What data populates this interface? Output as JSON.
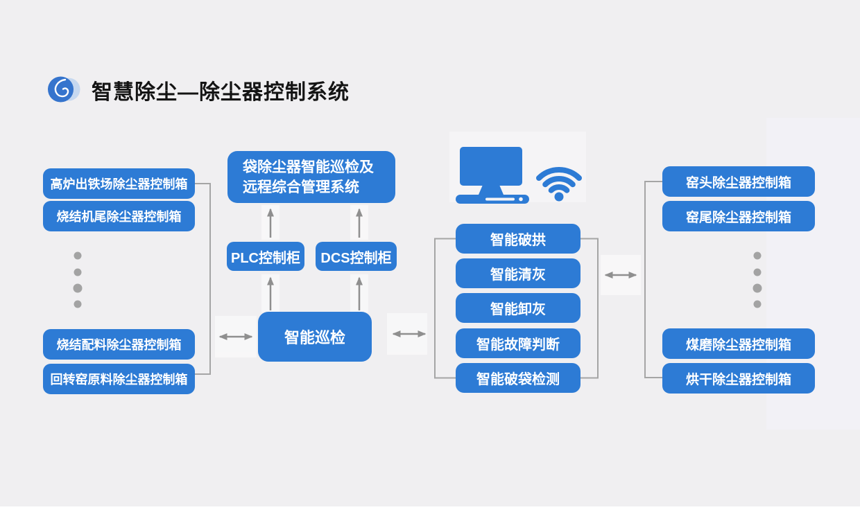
{
  "title": "智慧除尘—除尘器控制系统",
  "left_column": {
    "top": [
      "高炉出铁场除尘器控制箱",
      "烧结机尾除尘器控制箱"
    ],
    "bottom": [
      "烧结配料除尘器控制箱",
      "回转窑原料除尘器控制箱"
    ]
  },
  "center": {
    "management_line1": "袋除尘器智能巡检及",
    "management_line2": "远程综合管理系统",
    "plc_label": "PLC控制柜",
    "dcs_label": "DCS控制柜",
    "inspection_label": "智能巡检"
  },
  "functions": {
    "items": [
      "智能破拱",
      "智能清灰",
      "智能卸灰",
      "智能故障判断",
      "智能破袋检测"
    ]
  },
  "right_column": {
    "top": [
      "窑头除尘器控制箱",
      "窑尾除尘器控制箱"
    ],
    "bottom": [
      "煤磨除尘器控制箱",
      "烘干除尘器控制箱"
    ]
  },
  "icons": {
    "logo": "brand-swirl-logo",
    "computer": "computer-icon",
    "wifi": "wifi-icon",
    "ellipsis": "vertical-dots",
    "arrows": "double-arrow / up-arrow"
  },
  "colors": {
    "node_blue": "#2d7bd5",
    "connector_gray": "#a5a5a5",
    "arrow_gray": "#8f8f8f",
    "background": "#f0eff1",
    "panel_light": "#f3f2f6",
    "title_text": "#141414",
    "node_text": "#ffffff"
  }
}
